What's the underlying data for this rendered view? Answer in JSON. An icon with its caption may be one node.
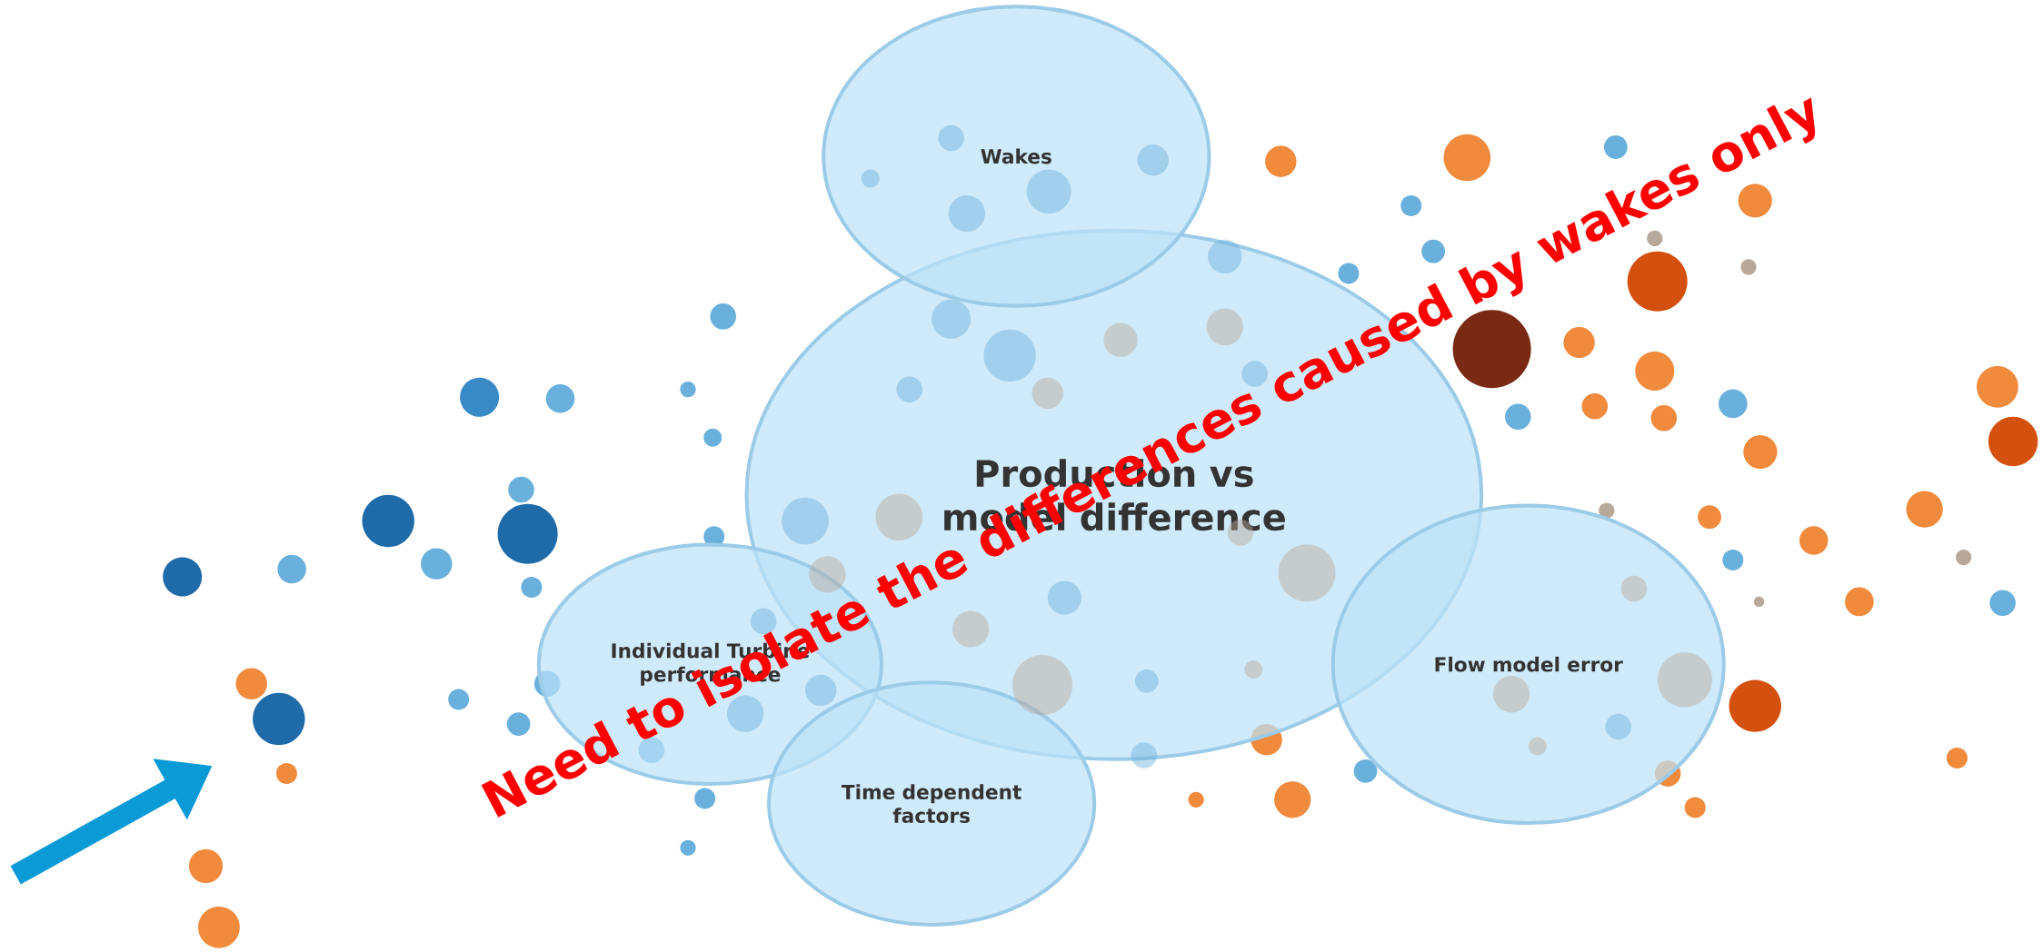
{
  "diagram": {
    "nodes": [
      {
        "text": [
          "Wakes"
        ]
      },
      {
        "text": [
          "Production vs model difference"
        ]
      },
      {
        "text": [
          "Individual Turbine performance"
        ]
      },
      {
        "text": [
          "Time dependent factors"
        ]
      },
      {
        "text": [
          "Flow model error"
        ]
      }
    ],
    "labels": [
      "Need to isolate the differences caused by wakes only"
    ]
  }
}
